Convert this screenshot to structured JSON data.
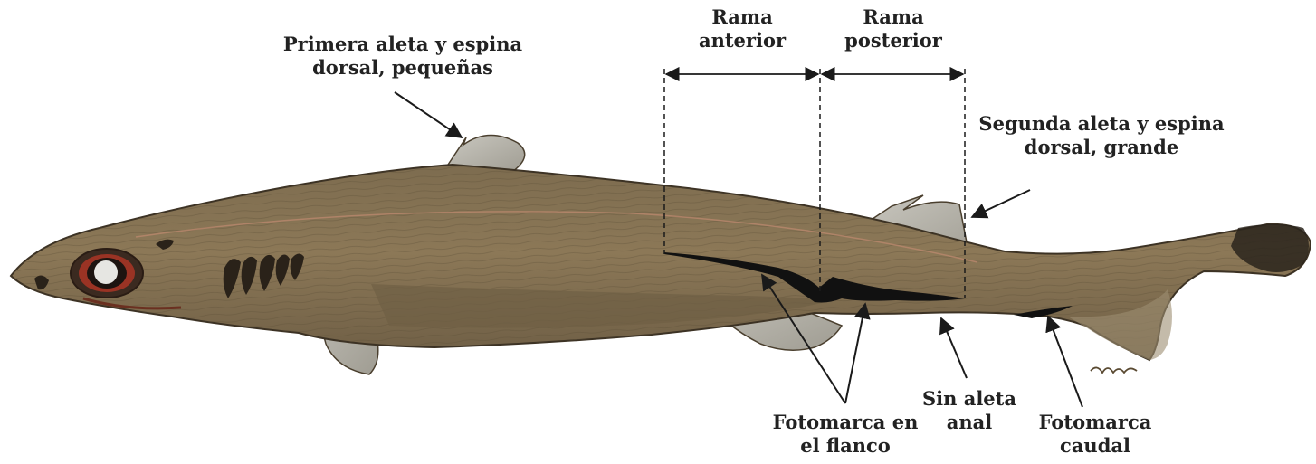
{
  "labels": {
    "first_dorsal": [
      "Primera aleta y espina",
      "dorsal, pequeñas"
    ],
    "anterior_branch": [
      "Rama",
      "anterior"
    ],
    "posterior_branch": [
      "Rama",
      "posterior"
    ],
    "second_dorsal": [
      "Segunda aleta y espina",
      "dorsal, grande"
    ],
    "flank_photomark": [
      "Fotomarca en",
      "el flanco"
    ],
    "no_anal_fin": [
      "Sin aleta",
      "anal"
    ],
    "caudal_photomark": [
      "Fotomarca",
      "caudal"
    ]
  },
  "colors": {
    "body": "#8a7756",
    "body_dark": "#6f5f44",
    "belly": "#7a6a4e",
    "fin": "#b7b5ad",
    "photomark": "#111111",
    "text": "#222222",
    "line": "#1a1a1a"
  }
}
